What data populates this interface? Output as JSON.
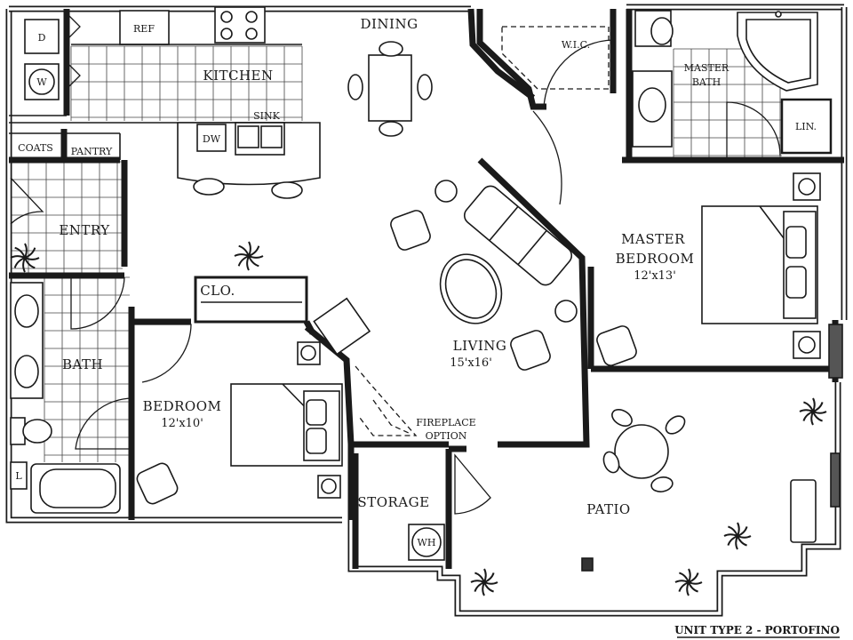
{
  "rooms": {
    "dining": "DINING",
    "kitchen": "KITCHEN",
    "wic": "W.I.C.",
    "master_bath_line1": "MASTER",
    "master_bath_line2": "BATH",
    "linen": "LIN.",
    "coats": "COATS",
    "pantry": "PANTRY",
    "entry": "ENTRY",
    "bath": "BATH",
    "closet": "CLO.",
    "bedroom": "BEDROOM",
    "bedroom_dim": "12'x10'",
    "living": "LIVING",
    "living_dim": "15'x16'",
    "master_bedroom_line1": "MASTER",
    "master_bedroom_line2": "BEDROOM",
    "master_bedroom_dim": "12'x13'",
    "fireplace_line1": "FIREPLACE",
    "fireplace_line2": "OPTION",
    "storage": "STORAGE",
    "patio": "PATIO",
    "linen_small": "L"
  },
  "fixtures": {
    "dryer": "D",
    "washer": "W",
    "refrigerator": "REF",
    "dishwasher": "DW",
    "sink": "SINK",
    "water_heater": "WH"
  },
  "caption": "UNIT TYPE 2 - PORTOFINO"
}
